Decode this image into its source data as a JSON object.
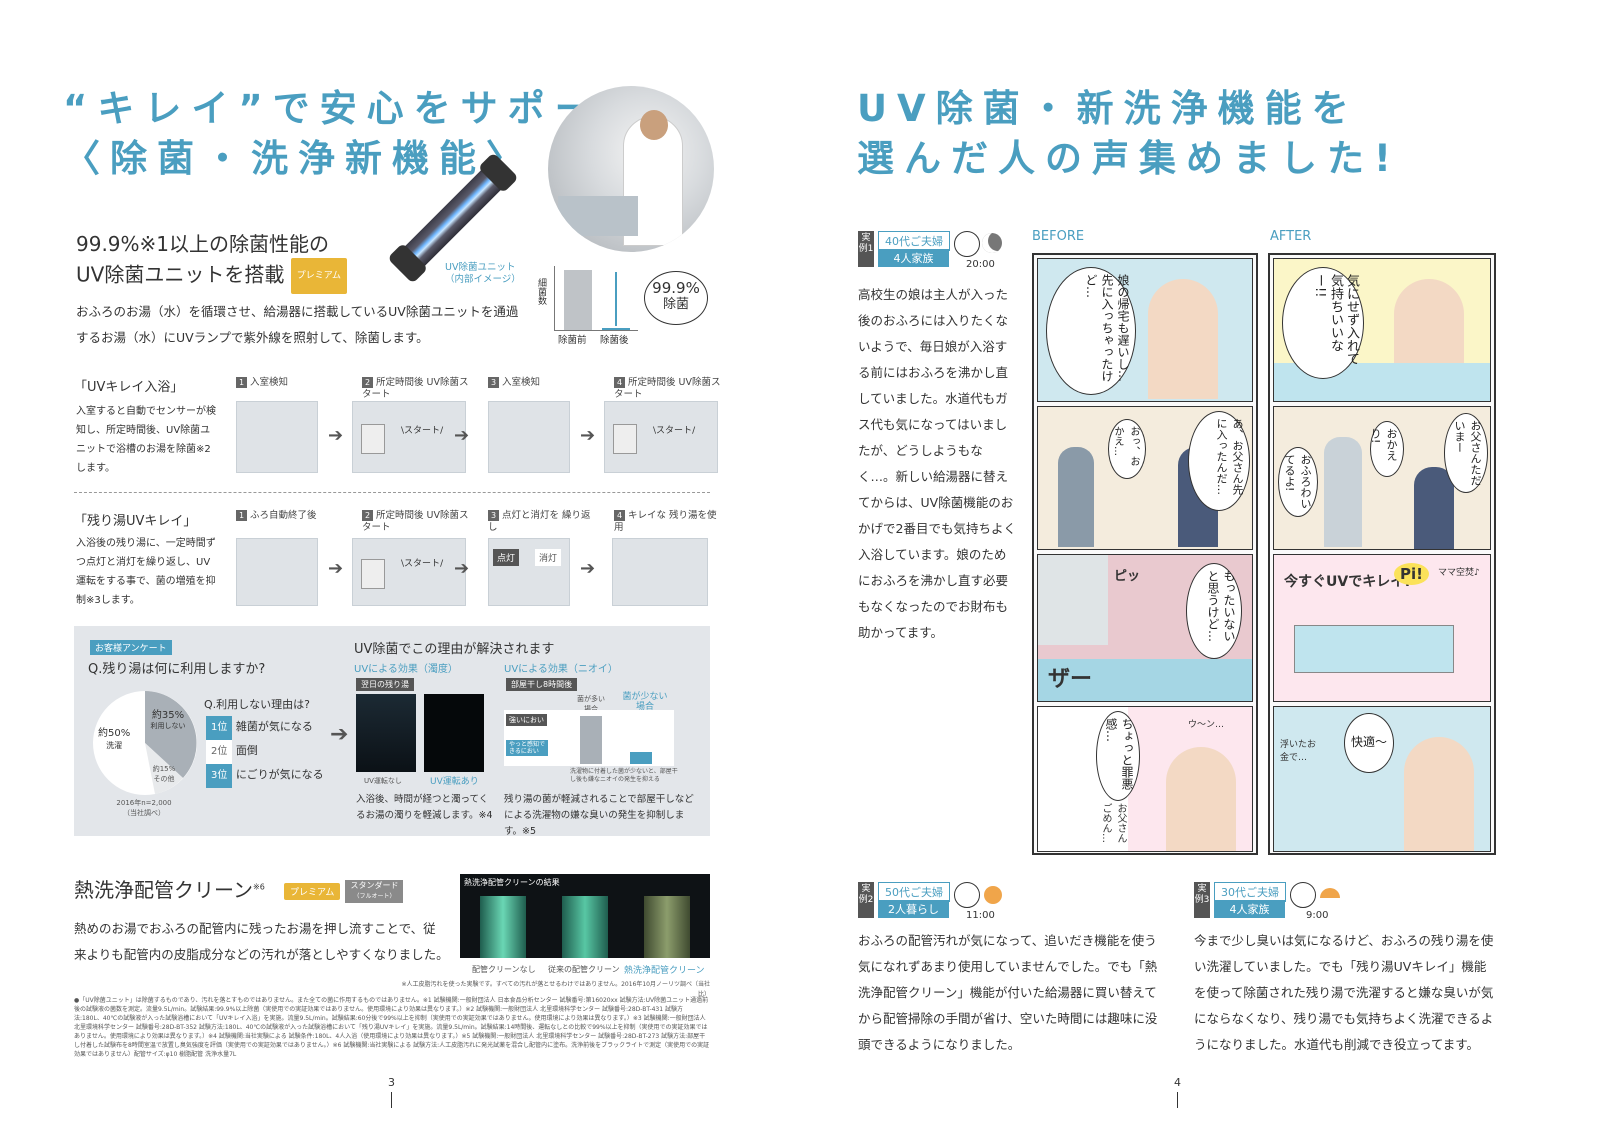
{
  "left": {
    "title_line1": "“キレイ”で安心をサポート",
    "title_line2": "〈除菌・洗浄新機能〉",
    "uv": {
      "heading_line1": "99.9%※1以上の除菌性能の",
      "heading_line2": "UV除菌ユニットを搭載",
      "badge": "プレミアム",
      "unit_caption": "UV除菌ユニット（内部イメージ）",
      "chart_ylabel": "細菌数",
      "chart_before": "除菌前",
      "chart_after": "除菌後",
      "chart_percent": "99.9%",
      "chart_percent_label": "除菌",
      "body_line1": "おふろのお湯（水）を循環させ、給湯器に搭載しているUV除菌ユニットを通過",
      "body_line2": "するお湯（水）にUVランプで紫外線を照射して、除菌します。"
    },
    "kirei": {
      "title": "「UVキレイ入浴」",
      "desc": "入室すると自動でセンサーが検知し、所定時間後、UV除菌ユニットで浴槽のお湯を除菌※2します。",
      "steps": [
        {
          "num": "1",
          "label": "入室検知"
        },
        {
          "num": "2",
          "label": "所定時間後 UV除菌スタート"
        },
        {
          "num": "3",
          "label": "入室検知"
        },
        {
          "num": "4",
          "label": "所定時間後 UV除菌スタート"
        }
      ],
      "start_label": "スタート"
    },
    "nokori": {
      "title": "「残り湯UVキレイ」",
      "desc": "入浴後の残り湯に、一定時間ずつ点灯と消灯を繰り返し、UV運転をする事で、菌の増殖を抑制※3します。",
      "steps": [
        {
          "num": "1",
          "label": "ふろ自動終了後"
        },
        {
          "num": "2",
          "label": "所定時間後 UV除菌スタート"
        },
        {
          "num": "3",
          "label": "点灯と消灯を 繰り返し"
        },
        {
          "num": "4",
          "label": "キレイな 残り湯を使用"
        }
      ],
      "start_label": "スタート",
      "on_label": "点灯",
      "off_label": "消灯"
    },
    "survey": {
      "tag": "お客様アンケート",
      "question": "Q.残り湯は何に利用しますか?",
      "pie_main": "約50%",
      "pie_main_label": "洗濯",
      "pie_second": "約35%",
      "pie_second_label": "利用しない",
      "pie_small": "約15%",
      "pie_small_label": "その他",
      "source": "2016年n=2,000（当社調べ）",
      "reason_q": "Q.利用しない理由は?",
      "reasons": [
        {
          "rank": "1位",
          "text": "雑菌が気になる"
        },
        {
          "rank": "2位",
          "text": "面倒"
        },
        {
          "rank": "3位",
          "text": "にごりが気になる"
        }
      ],
      "solve_title": "UV除菌でこの理由が解決されます",
      "effect1_title": "UVによる効果（濁度）",
      "effect1_sub": "翌日の残り湯",
      "effect1_none": "UV運転なし",
      "effect1_with": "UV運転あり",
      "effect1_desc": "入浴後、時間が経つと濁ってくるお湯の濁りを軽減します。※4",
      "effect2_title": "UVによる効果（ニオイ）",
      "effect2_sub": "部屋干し8時間後",
      "effect2_many": "菌が多い場合",
      "effect2_few": "菌が少ない場合",
      "effect2_strong": "強いにおい",
      "effect2_weak": "やっと感知できるにおい",
      "effect2_note": "洗濯物に付着した菌が少ないと、部屋干し後も嫌なニオイの発生を抑える",
      "effect2_desc": "残り湯の菌が軽減されることで部屋干しなどによる洗濯物の嫌な臭いの発生を抑制します。※5"
    },
    "netsu": {
      "heading": "熱洗浄配管クリーン",
      "sup": "※6",
      "badge1": "プレミアム",
      "badge2": "スタンダード",
      "badge2_sub": "（フルオート）",
      "body_line1": "熱めのお湯でおふろの配管内に残ったお湯を押し流すことで、従",
      "body_line2": "来よりも配管内の皮脂成分などの汚れが落としやすくなりました。",
      "photo_title": "熱洗浄配管クリーンの結果",
      "cap1": "配管クリーンなし",
      "cap2": "従来の配管クリーン",
      "cap3": "熱洗浄配管クリーン",
      "photo_note": "※人工皮脂汚れを使った実験です。すべての汚れが落とせるわけではありません。2016年10月ノーリツ調べ（当社比）"
    },
    "footnotes": "●「UV除菌ユニット」は除菌するものであり、汚れを落とすものではありません。また全ての菌に作用するものではありません。※1 試験機関:一般財団法人 日本食品分析センター 試験番号:第16020xx 試験方法:UV除菌ユニット通過前後の試験液の菌数を測定。流量9.5L/min。試験結果:99.9%以上除菌（実使用での実証効果ではありません。使用環境により効果は異なります。）※2 試験機関:一般財団法人 北里環境科学センター 試験番号:28D-BT-431 試験方法:180L、40℃の試験液が入った試験浴槽において「UVキレイ入浴」を実施。流量9.5L/min。試験結果:60分後で99%以上を抑制（実使用での実証効果ではありません。使用環境により効果は異なります。）※3 試験機関:一般財団法人 北里環境科学センター 試験番号:28D-BT-352 試験方法:180L、40℃の試験液が入った試験浴槽において「残り湯UVキレイ」を実施。流量9.5L/min。試験結果:14時間後、運転なしとの比較で99%以上を抑制（実使用での実証効果ではありません。使用環境により効果は異なります。）※4 試験機関:当社実験による 試験条件:180L、4人入浴（使用環境により効果は異なります。）※5 試験機関:一般財団法人 北里環境科学センター 試験番号:28D-BT-273 試験方法:部屋干し付着した試験布を8時間室温で放置し臭気強度を評価（実使用での実証効果ではありません。）※6 試験機関:当社実験による 試験方法:人工皮脂汚れに発光試薬を混合し配管内に塗布。洗浄前後をブラックライトで測定（実使用での実証効果ではありません）配管サイズ:φ10 樹脂配管 洗浄水量7L",
    "page_num": "3"
  },
  "right": {
    "title_line1": "UV除菌・新洗浄機能を",
    "title_line2": "選んだ人の声集めました!",
    "before_label": "BEFORE",
    "after_label": "AFTER",
    "case1": {
      "tag": "実例1",
      "head": "40代ご夫婦",
      "sub": "4人家族",
      "time": "20:00",
      "text": "高校生の娘は主人が入った後のおふろには入りたくないようで、毎日娘が入浴する前にはおふろを沸かし直していました。水道代もガス代も気になってはいましたが、どうしようもなく…。新しい給湯器に替えてからは、UV除菌機能のおかげで2番目でも気持ちよく入浴しています。娘のためにおふろを沸かし直す必要もなくなったのでお財布も助かってます。"
    },
    "manga": {
      "b1": "娘の帰宅も遅いし…先に入っちゃったけど…",
      "a1": "気にせず入れて気持ちいいなー!!",
      "b2a": "あ、お父さん先に入ったんだ…",
      "b2b": "おっ、おかえ…",
      "a2a": "お父さんただいまー",
      "a2b": "おかえり!",
      "a2c": "おふろわいてるよ!",
      "b3": "もったいないと思うけど…",
      "b3b": "ピッ",
      "b3c": "ザー",
      "a3": "今すぐUVでキレイ!",
      "a3b": "Pi!",
      "a3c": "ママ空焚♪",
      "b4": "ちょっと罪悪感…",
      "b4b": "お父さんごめん…",
      "b4c": "ウ〜ン…",
      "a4": "快適〜",
      "a4b": "浮いたお金で…"
    },
    "case2": {
      "tag": "実例2",
      "head": "50代ご夫婦",
      "sub": "2人暮らし",
      "time": "11:00",
      "text": "おふろの配管汚れが気になって、追いだき機能を使う気になれずあまり使用していませんでした。でも「熱洗浄配管クリーン」機能が付いた給湯器に買い替えてから配管掃除の手間が省け、空いた時間には趣味に没頭できるようになりました。"
    },
    "case3": {
      "tag": "実例3",
      "head": "30代ご夫婦",
      "sub": "4人家族",
      "time": "9:00",
      "text": "今まで少し臭いは気になるけど、おふろの残り湯を使い洗濯していました。でも「残り湯UVキレイ」機能を使って除菌された残り湯で洗濯すると嫌な臭いが気にならなくなり、残り湯でも気持ちよく洗濯できるようになりました。水道代も削減でき役立ってます。"
    },
    "page_num": "4"
  },
  "colors": {
    "accent": "#4a9ec0",
    "premium": "#e9b637"
  }
}
